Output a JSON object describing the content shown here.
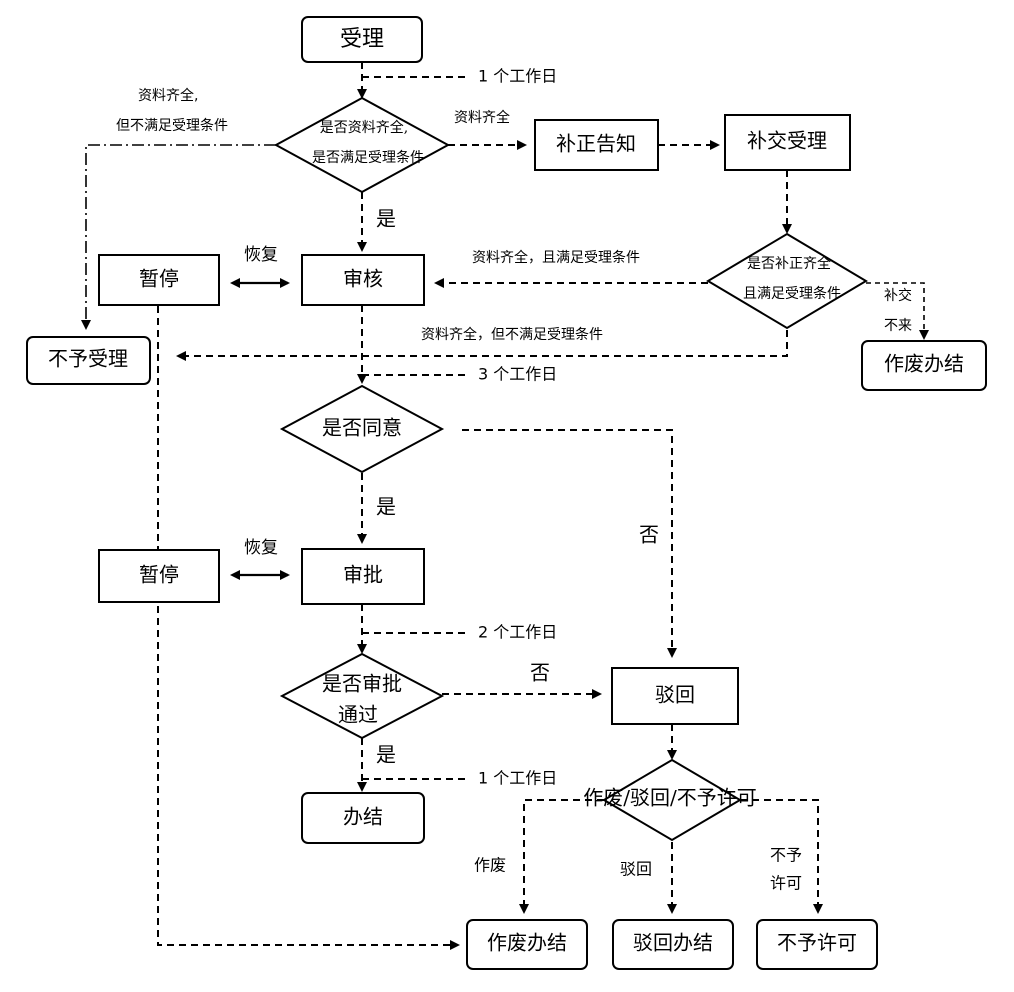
{
  "nodes": {
    "accept": "受理",
    "check_complete_1": "是否资料齐全,",
    "check_complete_2": "是否满足受理条件",
    "correction_notice": "补正告知",
    "resubmit_accept": "补交受理",
    "resubmit_check_1": "是否补正齐全",
    "resubmit_check_2": "且满足受理条件",
    "pause_1": "暂停",
    "review": "审核",
    "reject_accept": "不予受理",
    "void_close_top": "作废办结",
    "agree_check": "是否同意",
    "pause_2": "暂停",
    "approve": "审批",
    "approve_check_1": "是否审批",
    "approve_check_2": "通过",
    "return": "驳回",
    "close": "办结",
    "outcome_check": "作废/驳回/不予许可",
    "void_close": "作废办结",
    "return_close": "驳回办结",
    "not_permit": "不予许可"
  },
  "labels": {
    "one_day_top": "1 个工作日",
    "complete_not_meet_1": "资料齐全,",
    "complete_not_meet_2": "但不满足受理条件",
    "complete_right": "资料齐全",
    "yes_1": "是",
    "resume_1": "恢复",
    "complete_and_meet": "资料齐全，且满足受理条件",
    "resubmit_none_1": "补交",
    "resubmit_none_2": "不来",
    "complete_not_meet_long": "资料齐全，但不满足受理条件",
    "three_days": "3 个工作日",
    "yes_2": "是",
    "no_1": "否",
    "resume_2": "恢复",
    "two_days": "2 个工作日",
    "no_2": "否",
    "yes_3": "是",
    "one_day_bottom": "1 个工作日",
    "void_label": "作废",
    "return_label": "驳回",
    "not_permit_label_1": "不予",
    "not_permit_label_2": "许可"
  }
}
